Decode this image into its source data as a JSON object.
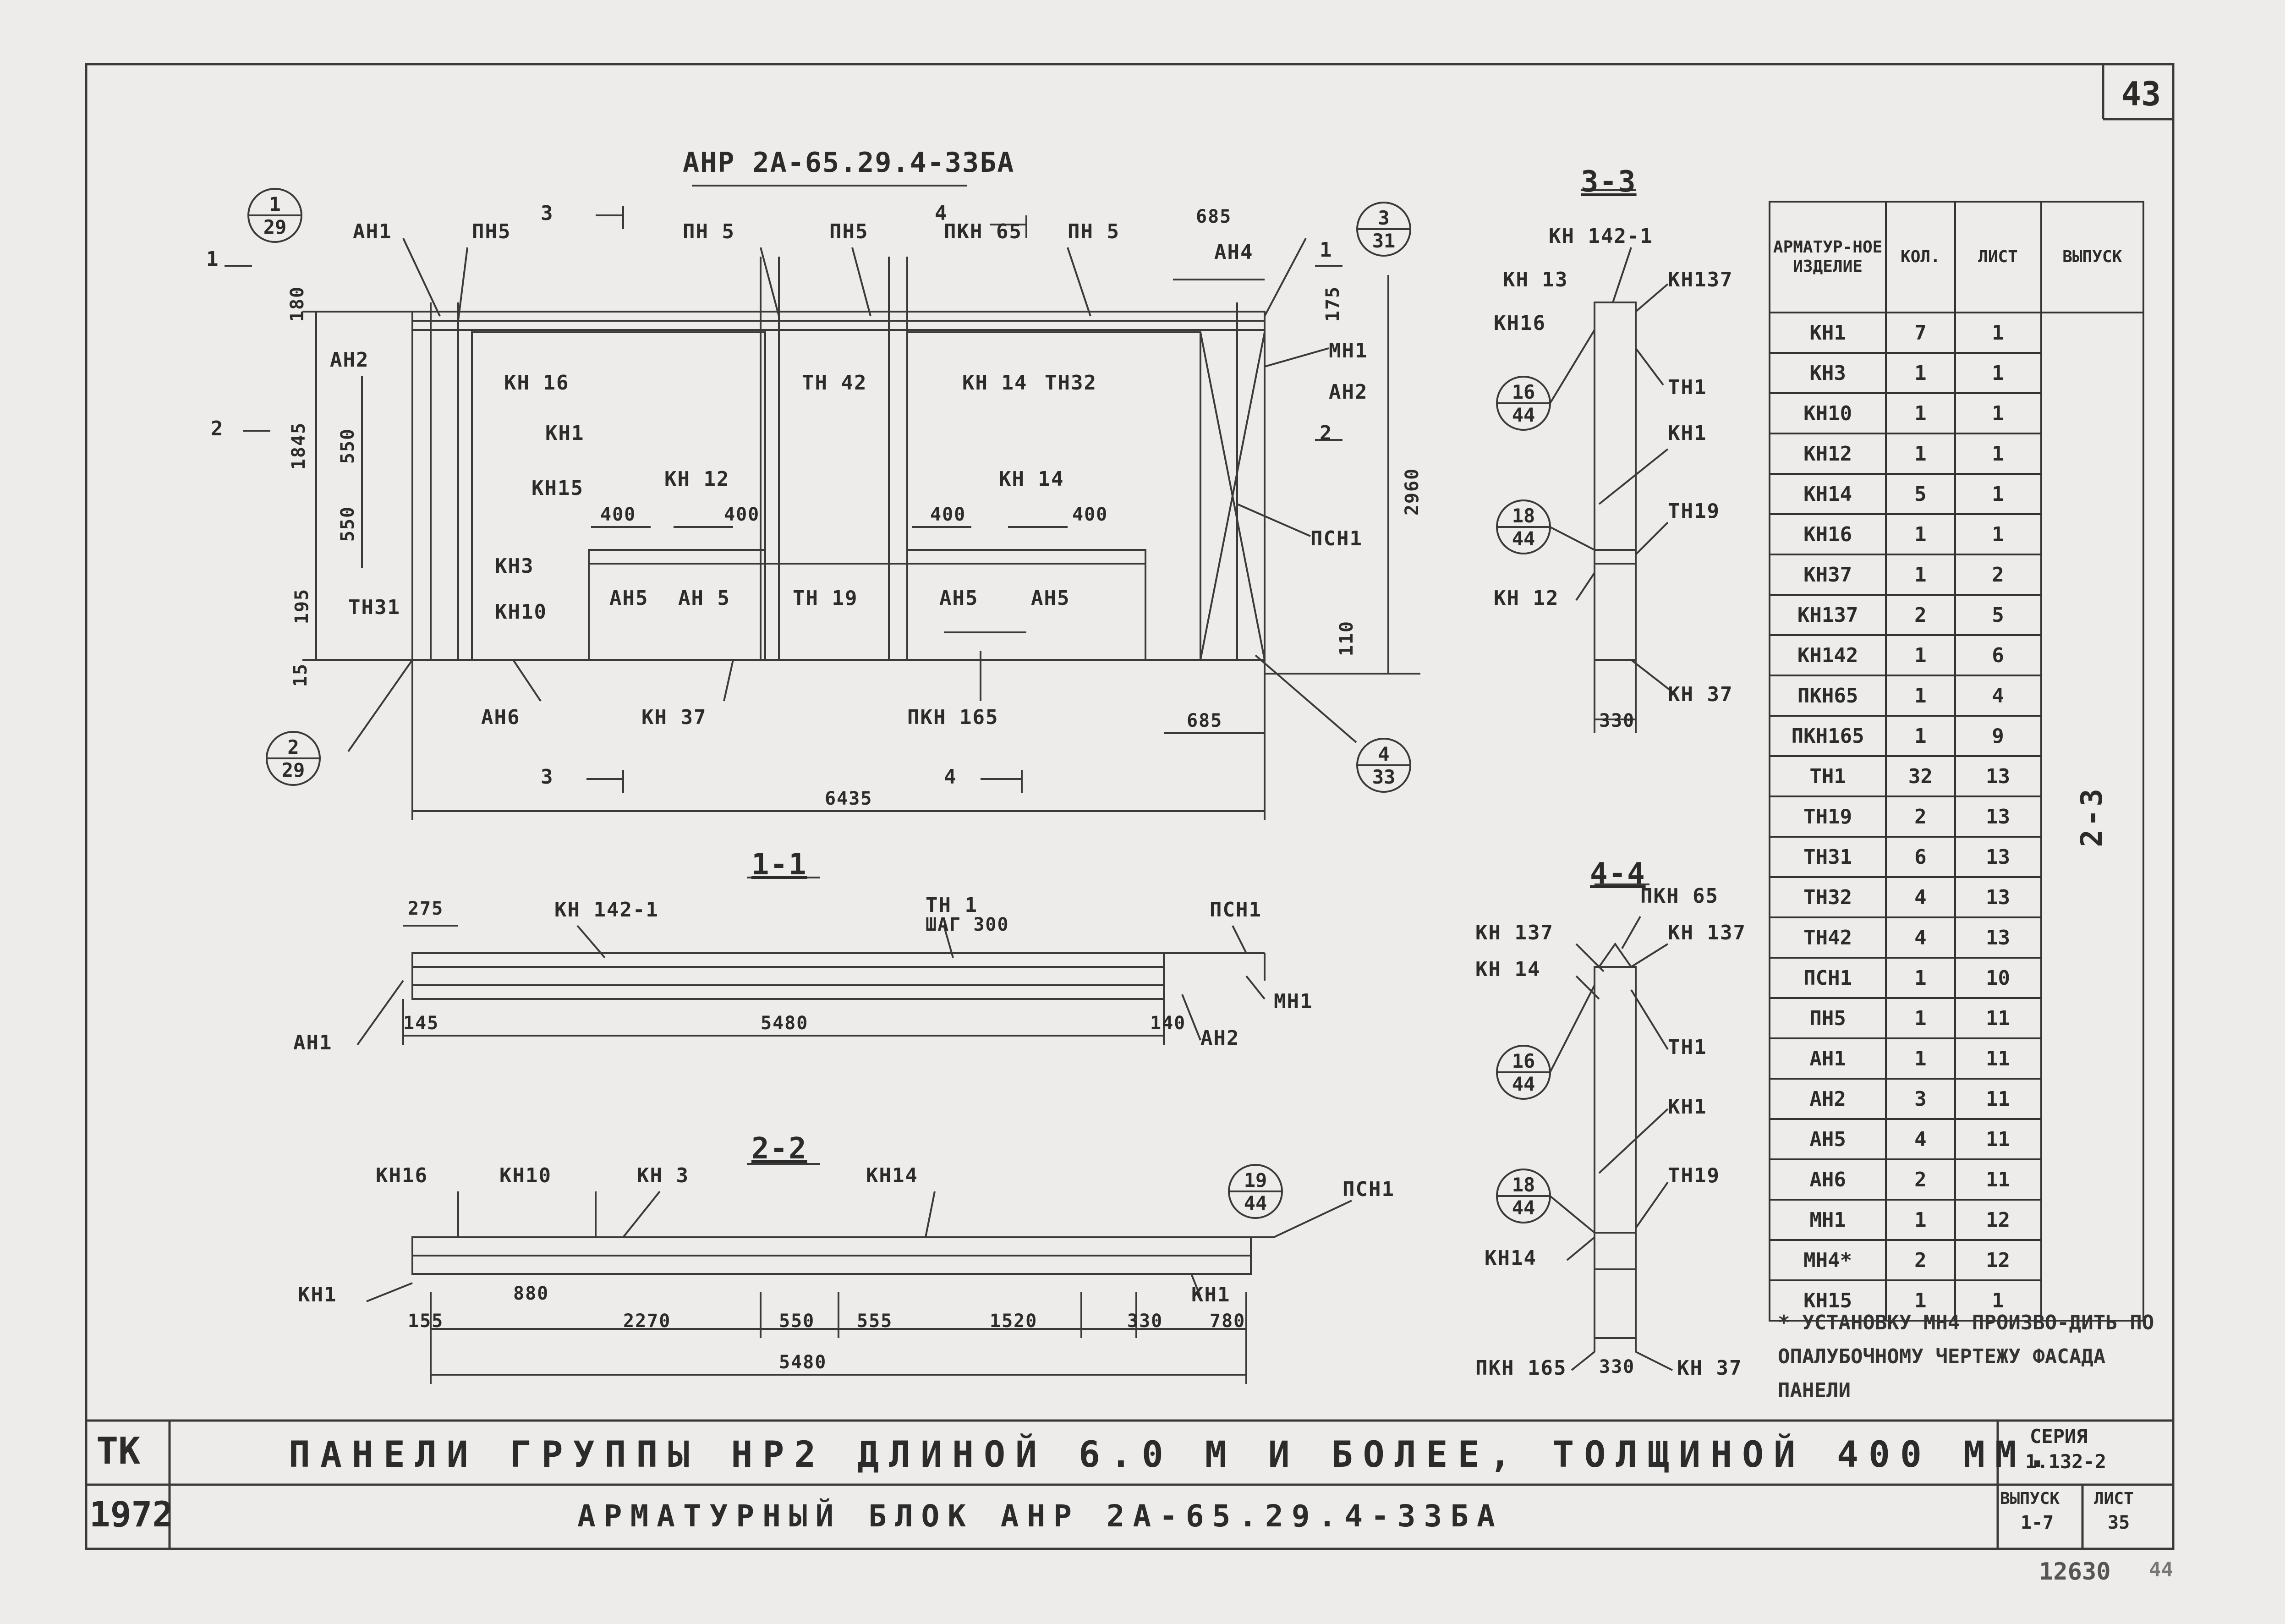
{
  "sheet_number": "43",
  "drawing_title": "АНР 2А-65.29.4-33БА",
  "sections": {
    "s33": "3-3",
    "s44": "4-4",
    "s11": "1-1",
    "s22": "2-2"
  },
  "section_marks": {
    "m3": "3",
    "m4": "4",
    "m1": "1",
    "m2": "2"
  },
  "callouts": {
    "c1": {
      "top": "1",
      "bottom": "29"
    },
    "c2": {
      "top": "2",
      "bottom": "29"
    },
    "c3": {
      "top": "3",
      "bottom": "31"
    },
    "c4": {
      "top": "4",
      "bottom": "33"
    },
    "c5": {
      "top": "16",
      "bottom": "44"
    },
    "c6": {
      "top": "18",
      "bottom": "44"
    },
    "c7": {
      "top": "16",
      "bottom": "44"
    },
    "c8": {
      "top": "18",
      "bottom": "44"
    },
    "c9": {
      "top": "19",
      "bottom": "44"
    }
  },
  "main_labels": {
    "pn5_a": "ПН5",
    "pn5_b": "ПН 5",
    "pn5_c": "ПН5",
    "pkn65": "ПКН 65",
    "pn5_d": "ПН 5",
    "an1": "АН1",
    "an2": "АН2",
    "kn16": "КН 16",
    "kn1": "КН1",
    "kn15": "КН15",
    "kn3": "КН3",
    "kn10": "КН10",
    "tn31": "ТН31",
    "tn42": "ТН 42",
    "kn14a": "КН 14",
    "tn32": "ТН32",
    "kn12": "КН 12",
    "kn14b": "КН 14",
    "an5a": "АН5",
    "an5b": "АН 5",
    "tn19": "ТН 19",
    "an5c": "АН5",
    "an5d": "АН5",
    "an6": "АН6",
    "kn37": "КН 37",
    "pkn165": "ПКН 165",
    "an4": "АН4",
    "mn1": "МН1",
    "an2r": "АН2",
    "psn1": "ПСН1"
  },
  "main_dims": {
    "d180": "180",
    "d1845": "1845",
    "d550a": "550",
    "d550b": "550",
    "d195": "195",
    "d15": "15",
    "d400a": "400",
    "d400b": "400",
    "d400c": "400",
    "d400d": "400",
    "d6435": "6435",
    "d685a": "685",
    "d685b": "685",
    "d175": "175",
    "d2960": "2960",
    "d110": "110"
  },
  "s33_labels": {
    "kn142": "КН 142-1",
    "kn13": "КН 13",
    "kn137": "КН137",
    "kn16": "КН16",
    "tn1": "ТН1",
    "kn1": "КН1",
    "tn19": "ТН19",
    "kn12": "КН 12",
    "kn37": "КН 37",
    "d330": "330"
  },
  "s44_labels": {
    "pkn65": "ПКН 65",
    "kn137a": "КН 137",
    "kn137b": "КН 137",
    "kn14a": "КН 14",
    "tn1": "ТН1",
    "kn1": "КН1",
    "tn19": "ТН19",
    "kn14b": "КН14",
    "pkn165": "ПКН 165",
    "d330": "330",
    "kn37": "КН 37"
  },
  "s11_labels": {
    "d275": "275",
    "kn142": "КН 142-1",
    "tn1": "ТН 1",
    "step": "ШАГ 300",
    "psn1": "ПСН1",
    "mn1": "МН1",
    "an1": "АН1",
    "d145": "145",
    "d5480": "5480",
    "d140": "140",
    "an2": "АН2"
  },
  "s22_labels": {
    "kn16": "КН16",
    "kn10": "КН10",
    "kn3": "КН 3",
    "kn14": "КН14",
    "psn1": "ПСН1",
    "kn1": "КН1",
    "d880": "880",
    "kn1r": "КН1",
    "d155": "155",
    "d2270": "2270",
    "d550": "550",
    "d555": "555",
    "d1520": "1520",
    "d330": "330",
    "d780": "780",
    "d5480": "5480"
  },
  "spec_table": {
    "headers": [
      "АРМАТУР-НОЕ ИЗДЕЛИЕ",
      "КОЛ.",
      "ЛИСТ",
      "ВЫПУСК"
    ],
    "rows": [
      [
        "КН1",
        "7",
        "1"
      ],
      [
        "КН3",
        "1",
        "1"
      ],
      [
        "КН10",
        "1",
        "1"
      ],
      [
        "КН12",
        "1",
        "1"
      ],
      [
        "КН14",
        "5",
        "1"
      ],
      [
        "КН16",
        "1",
        "1"
      ],
      [
        "КН37",
        "1",
        "2"
      ],
      [
        "КН137",
        "2",
        "5"
      ],
      [
        "КН142",
        "1",
        "6"
      ],
      [
        "ПКН65",
        "1",
        "4"
      ],
      [
        "ПКН165",
        "1",
        "9"
      ],
      [
        "ТН1",
        "32",
        "13"
      ],
      [
        "ТН19",
        "2",
        "13"
      ],
      [
        "ТН31",
        "6",
        "13"
      ],
      [
        "ТН32",
        "4",
        "13"
      ],
      [
        "ТН42",
        "4",
        "13"
      ],
      [
        "ПСН1",
        "1",
        "10"
      ],
      [
        "ПН5",
        "1",
        "11"
      ],
      [
        "АН1",
        "1",
        "11"
      ],
      [
        "АН2",
        "3",
        "11"
      ],
      [
        "АН5",
        "4",
        "11"
      ],
      [
        "АН6",
        "2",
        "11"
      ],
      [
        "МН1",
        "1",
        "12"
      ],
      [
        "МН4*",
        "2",
        "12"
      ],
      [
        "КН15",
        "1",
        "1"
      ]
    ],
    "volume": "2-3"
  },
  "footnote": "* УСТАНОВКУ МН4 ПРОИЗВО-ДИТЬ ПО ОПАЛУБОЧНОМУ ЧЕРТЕЖУ ФАСАДА ПАНЕЛИ",
  "title_block": {
    "org": "ТК",
    "year": "1972",
    "line1": "ПАНЕЛИ ГРУППЫ НР2 ДЛИНОЙ 6.0 М И БОЛЕЕ, ТОЛЩИНОЙ 400 ММ.",
    "line2": "АРМАТУРНЫЙ БЛОК АНР 2А-65.29.4-33БА",
    "series_label": "СЕРИЯ",
    "series": "1.132-2",
    "issue_label": "ВЫПУСК",
    "issue": "1-7",
    "sheet_label": "ЛИСТ",
    "sheet": "35"
  },
  "archive_number": "12630",
  "page_corner": "44"
}
